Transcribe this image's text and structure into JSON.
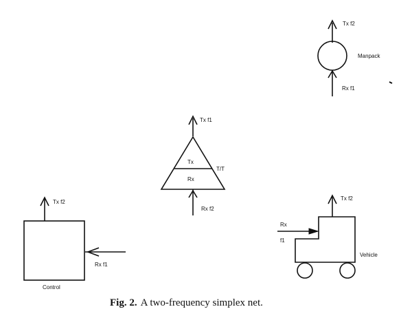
{
  "manpack": {
    "name": "Manpack",
    "tx": "Tx f2",
    "rx": "Rx f1"
  },
  "talkthrough": {
    "name": "T/T",
    "tx_section": "Tx",
    "rx_section": "Rx",
    "tx": "Tx f1",
    "rx": "Rx f2"
  },
  "control": {
    "name": "Control",
    "tx": "Tx f2",
    "rx": "Rx f1"
  },
  "vehicle": {
    "name": "Vehicle",
    "tx": "Tx f2",
    "rx_line1": "Rx",
    "rx_line2": "f1"
  },
  "caption": {
    "prefix": "Fig. 2.",
    "text": "A two-frequency simplex net."
  }
}
